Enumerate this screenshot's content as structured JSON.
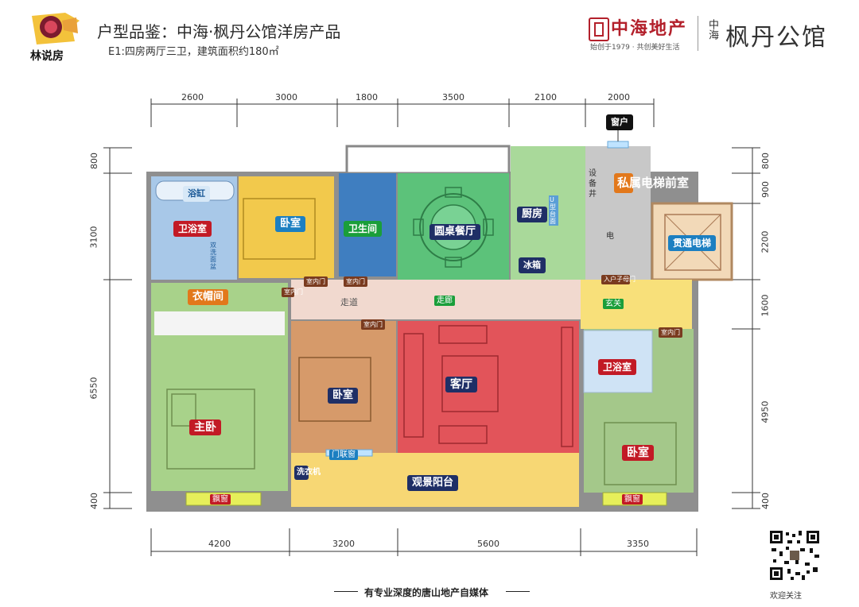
{
  "header": {
    "logo_text": "林说房",
    "title": "户型品鉴：中海·枫丹公馆洋房产品",
    "subtitle": "E1:四房两厅三卫，建筑面积约180㎡",
    "brand_name": "中海地产",
    "brand_slogan": "始创于1979 · 共创美好生活",
    "brand_small": "中海",
    "project_name": "枫丹公馆"
  },
  "dimensions": {
    "top": [
      "2600",
      "3000",
      "1800",
      "3500",
      "2100",
      "2000"
    ],
    "bottom": [
      "4200",
      "3200",
      "5600",
      "3350"
    ],
    "left": [
      "800",
      "3100",
      "6550",
      "400"
    ],
    "right": [
      "800",
      "900",
      "2200",
      "1600",
      "4950",
      "400"
    ]
  },
  "rooms": {
    "bathtub": "浴缸",
    "master_bath": "卫浴室",
    "basin": "双洗面盆",
    "bedroom_north": "卧室",
    "toilet": "卫生间",
    "dining": "圆桌餐厅",
    "kitchen": "厨房",
    "u_counter": "U型台面",
    "fridge": "冰箱",
    "shaft": "设备井",
    "elevator_lobby": "私属电梯前室",
    "elec": "电",
    "elevator": "贯通电梯",
    "window_top": "窗户",
    "cloakroom": "衣帽间",
    "hallway": "走道",
    "corridor": "走廊",
    "entry_door": "入户子母门",
    "foyer": "玄关",
    "living": "客厅",
    "bedroom_mid": "卧室",
    "bath_east": "卫浴室",
    "master_bed": "主卧",
    "bedroom_east": "卧室",
    "washer": "洗衣机",
    "balcony": "观景阳台",
    "linked_window": "门联窗",
    "bay_window_left": "飘窗",
    "bay_window_right": "飘窗",
    "door_label": "室内门"
  },
  "footer": {
    "tagline": "有专业深度的唐山地产自媒体",
    "follow": "欢迎关注"
  },
  "colors": {
    "bath": "#a8c8e8",
    "bedroom_yellow": "#f2c94c",
    "toilet_blue": "#3f7ec0",
    "dining_green": "#5cc27a",
    "kitchen_green": "#a9d99a",
    "lobby_grey": "#c8c8c8",
    "corridor_pink": "#f1d9cf",
    "living_red": "#e2545a",
    "bedroom_brown": "#d69a6a",
    "master_green": "#a8d28a",
    "balcony_yellow": "#f7d774",
    "foyer_yellow": "#f8e07a"
  }
}
